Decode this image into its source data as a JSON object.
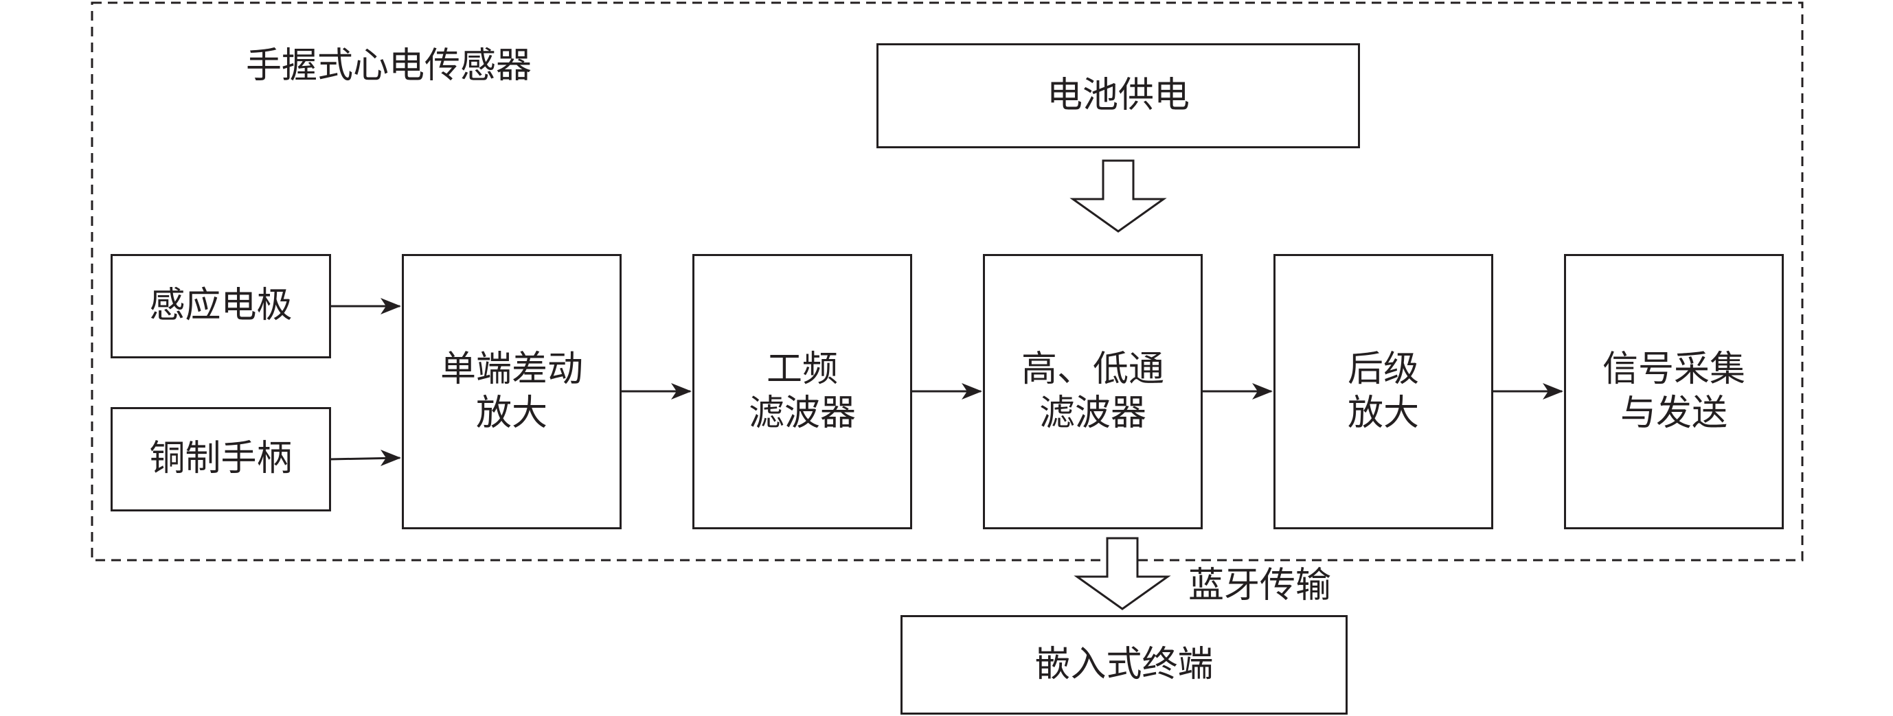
{
  "title": "手握式心电传感器",
  "blocks": {
    "battery": "电池供电",
    "sensing_electrode": "感应电极",
    "copper_handle": "铜制手柄",
    "diff_amp": "单端差动\n放大",
    "power_filter": "工频\n滤波器",
    "hl_filter": "高、低通\n滤波器",
    "post_amp": "后级\n放大",
    "acquisition": "信号采集\n与发送",
    "embedded_terminal": "嵌入式终端"
  },
  "bluetooth_label": "蓝牙传输"
}
